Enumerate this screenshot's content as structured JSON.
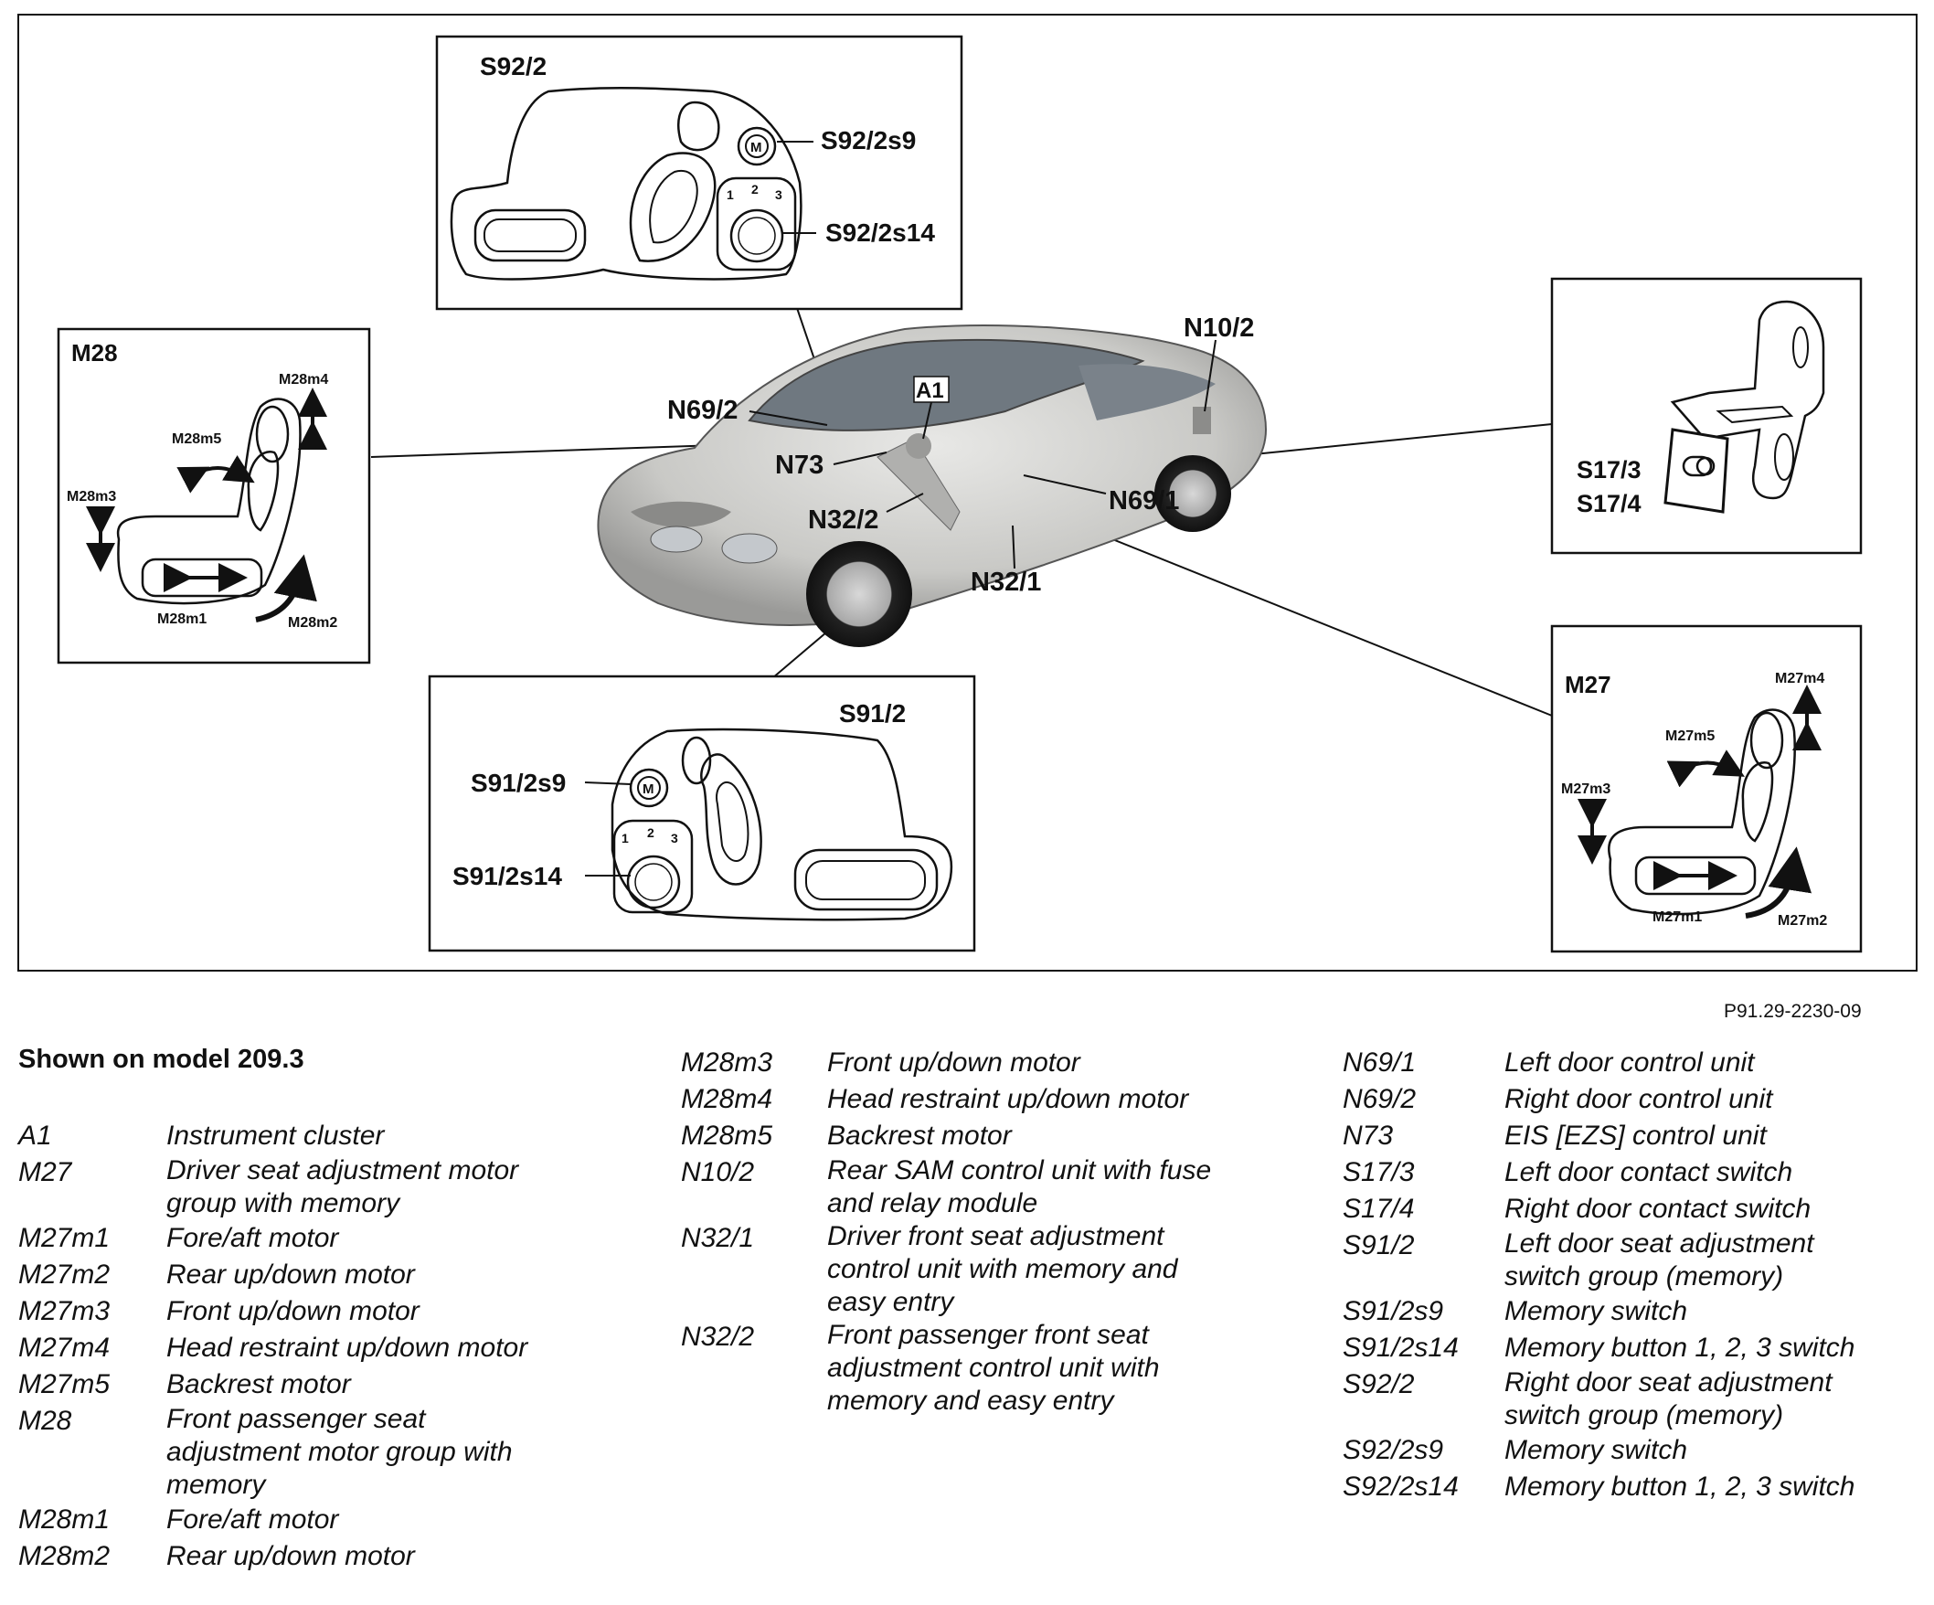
{
  "diagram": {
    "callouts": {
      "n10_2": "N10/2",
      "a1": "A1",
      "n69_2": "N69/2",
      "n73": "N73",
      "n32_2": "N32/2",
      "n69_1": "N69/1",
      "n32_1": "N32/1"
    },
    "inset_s92_2": {
      "title": "S92/2",
      "label_s9": "S92/2s9",
      "label_s14": "S92/2s14",
      "memory_glyph": "M",
      "positions": [
        "1",
        "2",
        "3"
      ]
    },
    "inset_m28": {
      "title": "M28",
      "m1": "M28m1",
      "m2": "M28m2",
      "m3": "M28m3",
      "m4": "M28m4",
      "m5": "M28m5"
    },
    "inset_s17": {
      "label_a": "S17/3",
      "label_b": "S17/4"
    },
    "inset_s91_2": {
      "title": "S91/2",
      "label_s9": "S91/2s9",
      "label_s14": "S91/2s14",
      "memory_glyph": "M",
      "positions": [
        "1",
        "2",
        "3"
      ]
    },
    "inset_m27": {
      "title": "M27",
      "m1": "M27m1",
      "m2": "M27m2",
      "m3": "M27m3",
      "m4": "M27m4",
      "m5": "M27m5"
    },
    "reference": "P91.29-2230-09"
  },
  "legend": {
    "heading": "Shown on model 209.3",
    "column1": [
      {
        "code": "A1",
        "desc": "Instrument cluster"
      },
      {
        "code": "M27",
        "desc": "Driver seat adjustment motor\ngroup with memory"
      },
      {
        "code": "M27m1",
        "desc": "Fore/aft motor"
      },
      {
        "code": "M27m2",
        "desc": "Rear up/down motor"
      },
      {
        "code": "M27m3",
        "desc": "Front up/down motor"
      },
      {
        "code": "M27m4",
        "desc": "Head restraint up/down motor"
      },
      {
        "code": "M27m5",
        "desc": "Backrest motor"
      },
      {
        "code": "M28",
        "desc": "Front passenger seat\nadjustment motor group with\nmemory"
      },
      {
        "code": "M28m1",
        "desc": "Fore/aft motor"
      },
      {
        "code": "M28m2",
        "desc": "Rear up/down motor"
      }
    ],
    "column2": [
      {
        "code": "M28m3",
        "desc": "Front up/down motor"
      },
      {
        "code": "M28m4",
        "desc": "Head restraint up/down motor"
      },
      {
        "code": "M28m5",
        "desc": "Backrest motor"
      },
      {
        "code": "N10/2",
        "desc": "Rear SAM control unit with fuse\nand relay module"
      },
      {
        "code": "N32/1",
        "desc": "Driver front seat adjustment\ncontrol unit with memory and\neasy entry"
      },
      {
        "code": "N32/2",
        "desc": "Front passenger front seat\nadjustment control unit with\nmemory and easy entry"
      }
    ],
    "column3": [
      {
        "code": "N69/1",
        "desc": "Left door control unit"
      },
      {
        "code": "N69/2",
        "desc": "Right door control unit"
      },
      {
        "code": "N73",
        "desc": "EIS [EZS] control unit"
      },
      {
        "code": "S17/3",
        "desc": "Left door contact switch"
      },
      {
        "code": "S17/4",
        "desc": "Right door contact switch"
      },
      {
        "code": "S91/2",
        "desc": "Left door seat adjustment\nswitch group (memory)"
      },
      {
        "code": "S91/2s9",
        "desc": "Memory switch"
      },
      {
        "code": "S91/2s14",
        "desc": "Memory button 1, 2, 3 switch"
      },
      {
        "code": "S92/2",
        "desc": "Right door seat adjustment\nswitch group (memory)"
      },
      {
        "code": "S92/2s9",
        "desc": "Memory switch"
      },
      {
        "code": "S92/2s14",
        "desc": "Memory button 1, 2, 3 switch"
      }
    ]
  }
}
